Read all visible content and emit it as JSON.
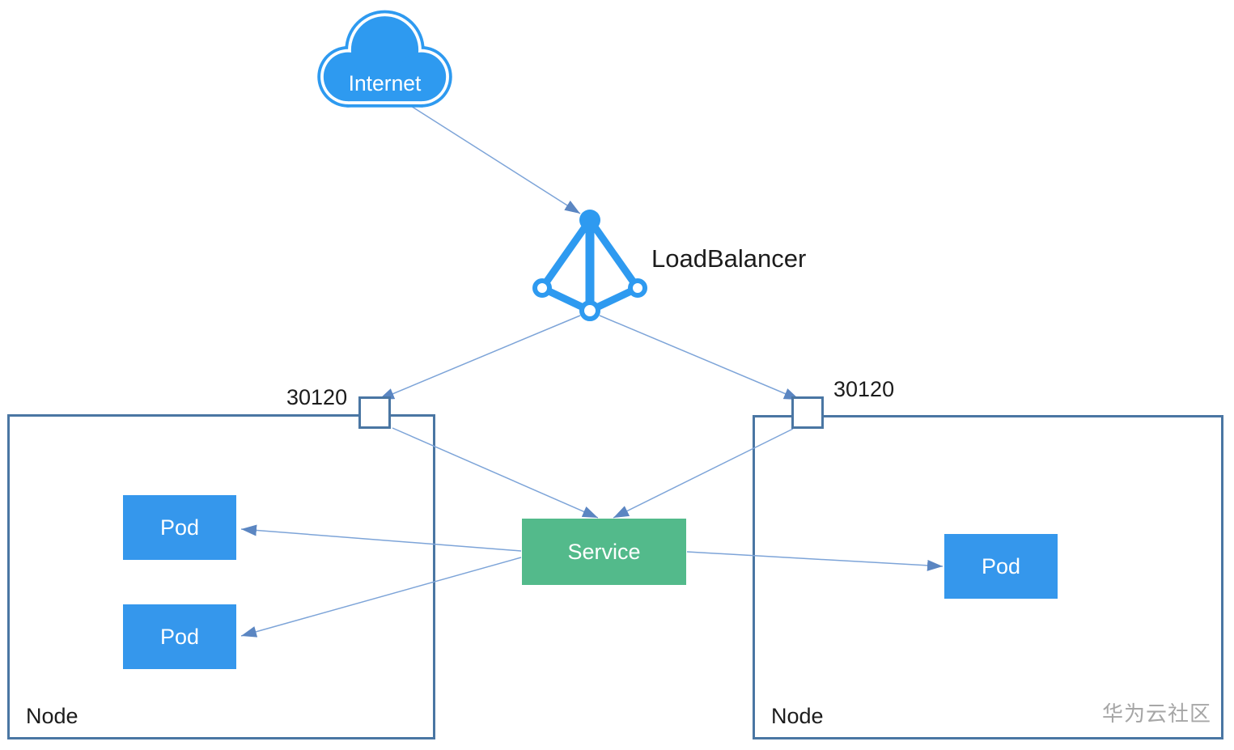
{
  "diagram": {
    "cloud": {
      "label": "Internet",
      "icon": "internet-cloud-icon"
    },
    "load_balancer": {
      "label": "LoadBalancer",
      "icon": "loadbalancer-icon"
    },
    "ports": [
      {
        "value": "30120",
        "side": "left"
      },
      {
        "value": "30120",
        "side": "right"
      }
    ],
    "service": {
      "label": "Service"
    },
    "nodes": [
      {
        "label": "Node",
        "pods": [
          {
            "label": "Pod"
          },
          {
            "label": "Pod"
          }
        ]
      },
      {
        "label": "Node",
        "pods": [
          {
            "label": "Pod"
          }
        ]
      }
    ],
    "watermark": "华为云社区",
    "colors": {
      "primary_blue": "#2e9af0",
      "pod_blue": "#3597ec",
      "service_green": "#53ba8b",
      "node_border": "#4a76a3",
      "connector_line": "#7da4d8",
      "arrowhead": "#5b86c2",
      "text": "#1c1c1c",
      "watermark_gray": "#a6a6a6"
    }
  }
}
